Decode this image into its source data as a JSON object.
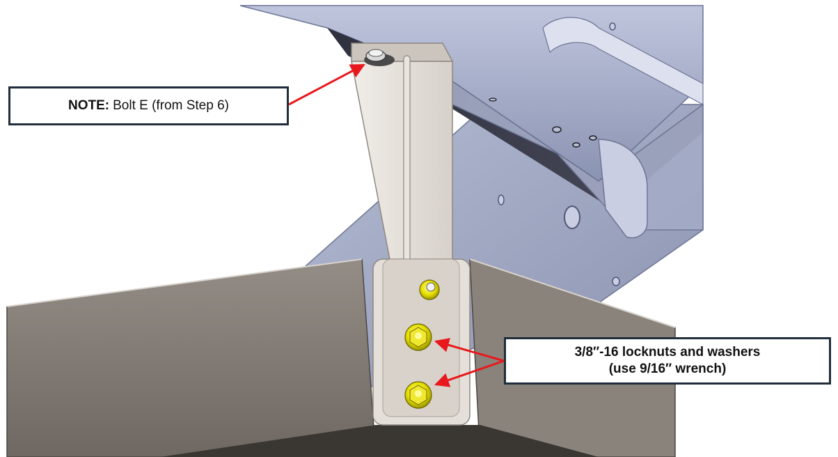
{
  "callouts": {
    "note": {
      "lead": "NOTE:",
      "text": "Bolt E (from Step 6)"
    },
    "locknuts": {
      "line1": "3/8″-16 locknuts and washers",
      "line2": "(use 9/16″ wrench)"
    }
  },
  "colors": {
    "frame_blue": "#8b93b3",
    "frame_dark": "#3b3d4c",
    "bracket": "#e7e2dc",
    "box_panel": "#7f7872",
    "locknut_yellow": "#e8e000",
    "arrow_red": "#e8181c",
    "callout_border": "#1f2e3a"
  }
}
